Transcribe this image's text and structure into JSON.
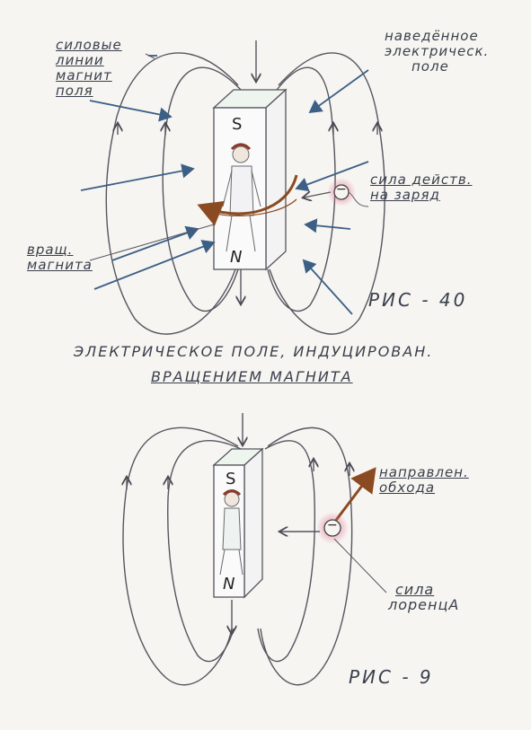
{
  "figure_top": {
    "labels": {
      "field_lines": [
        "силовые",
        "линии",
        "магнит",
        "поля"
      ],
      "induced_field": [
        "наведённое",
        "электрическ.",
        "поле"
      ],
      "force_on_charge": [
        "сила действ.",
        "на заряд"
      ],
      "rotation": [
        "вращ.",
        "магнита"
      ]
    },
    "pole_top": "S",
    "pole_bottom": "N",
    "charge_sign": "−",
    "fig_number": "РИС - 40"
  },
  "caption": {
    "line1": "ЭЛЕКТРИЧЕСКОЕ ПОЛЕ, ИНДУЦИРОВАН.",
    "line2": "ВРАЩЕНИЕМ МАГНИТА"
  },
  "figure_bottom": {
    "labels": {
      "direction": [
        "направлен.",
        "обхода"
      ],
      "lorentz_force": [
        "сила",
        "лоренцА"
      ]
    },
    "pole_top": "S",
    "pole_bottom": "N",
    "charge_sign": "−",
    "fig_number": "РИС - 9"
  },
  "colors": {
    "pencil": "#4a4a55",
    "blue_arrow": "#3c5f86",
    "rotation_arrow": "#8a4a22",
    "charge_glow": "#d9547a"
  }
}
